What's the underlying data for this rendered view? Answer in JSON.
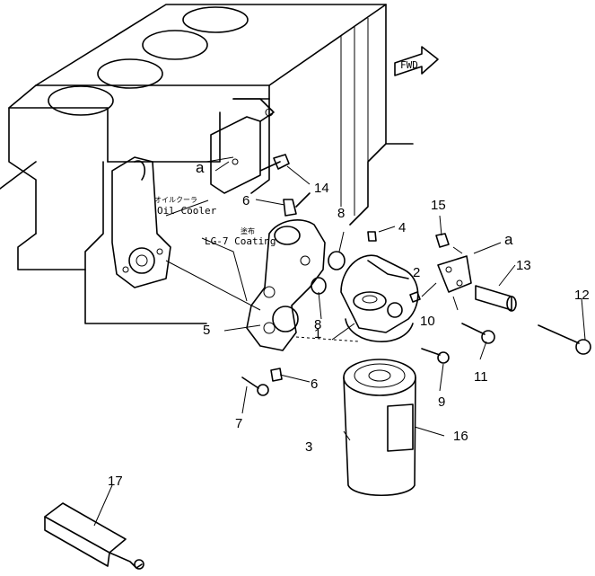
{
  "labels": {
    "p1": "1",
    "p2": "2",
    "p3": "3",
    "p4": "4",
    "p5": "5",
    "p6a": "6",
    "p6b": "6",
    "p7": "7",
    "p8a": "8",
    "p8b": "8",
    "p9": "9",
    "p10": "10",
    "p11": "11",
    "p12": "12",
    "p13": "13",
    "p14": "14",
    "p15": "15",
    "p16": "16",
    "p17": "17"
  },
  "ref_letters": {
    "a1": "a",
    "a2": "a"
  },
  "notes": {
    "oil_cooler_jp": "オイルクーラ",
    "oil_cooler": "Oil Cooler",
    "coating_jp": "塗布",
    "coating": "LG-7 Coating"
  },
  "fwd_arrow": "FWD"
}
